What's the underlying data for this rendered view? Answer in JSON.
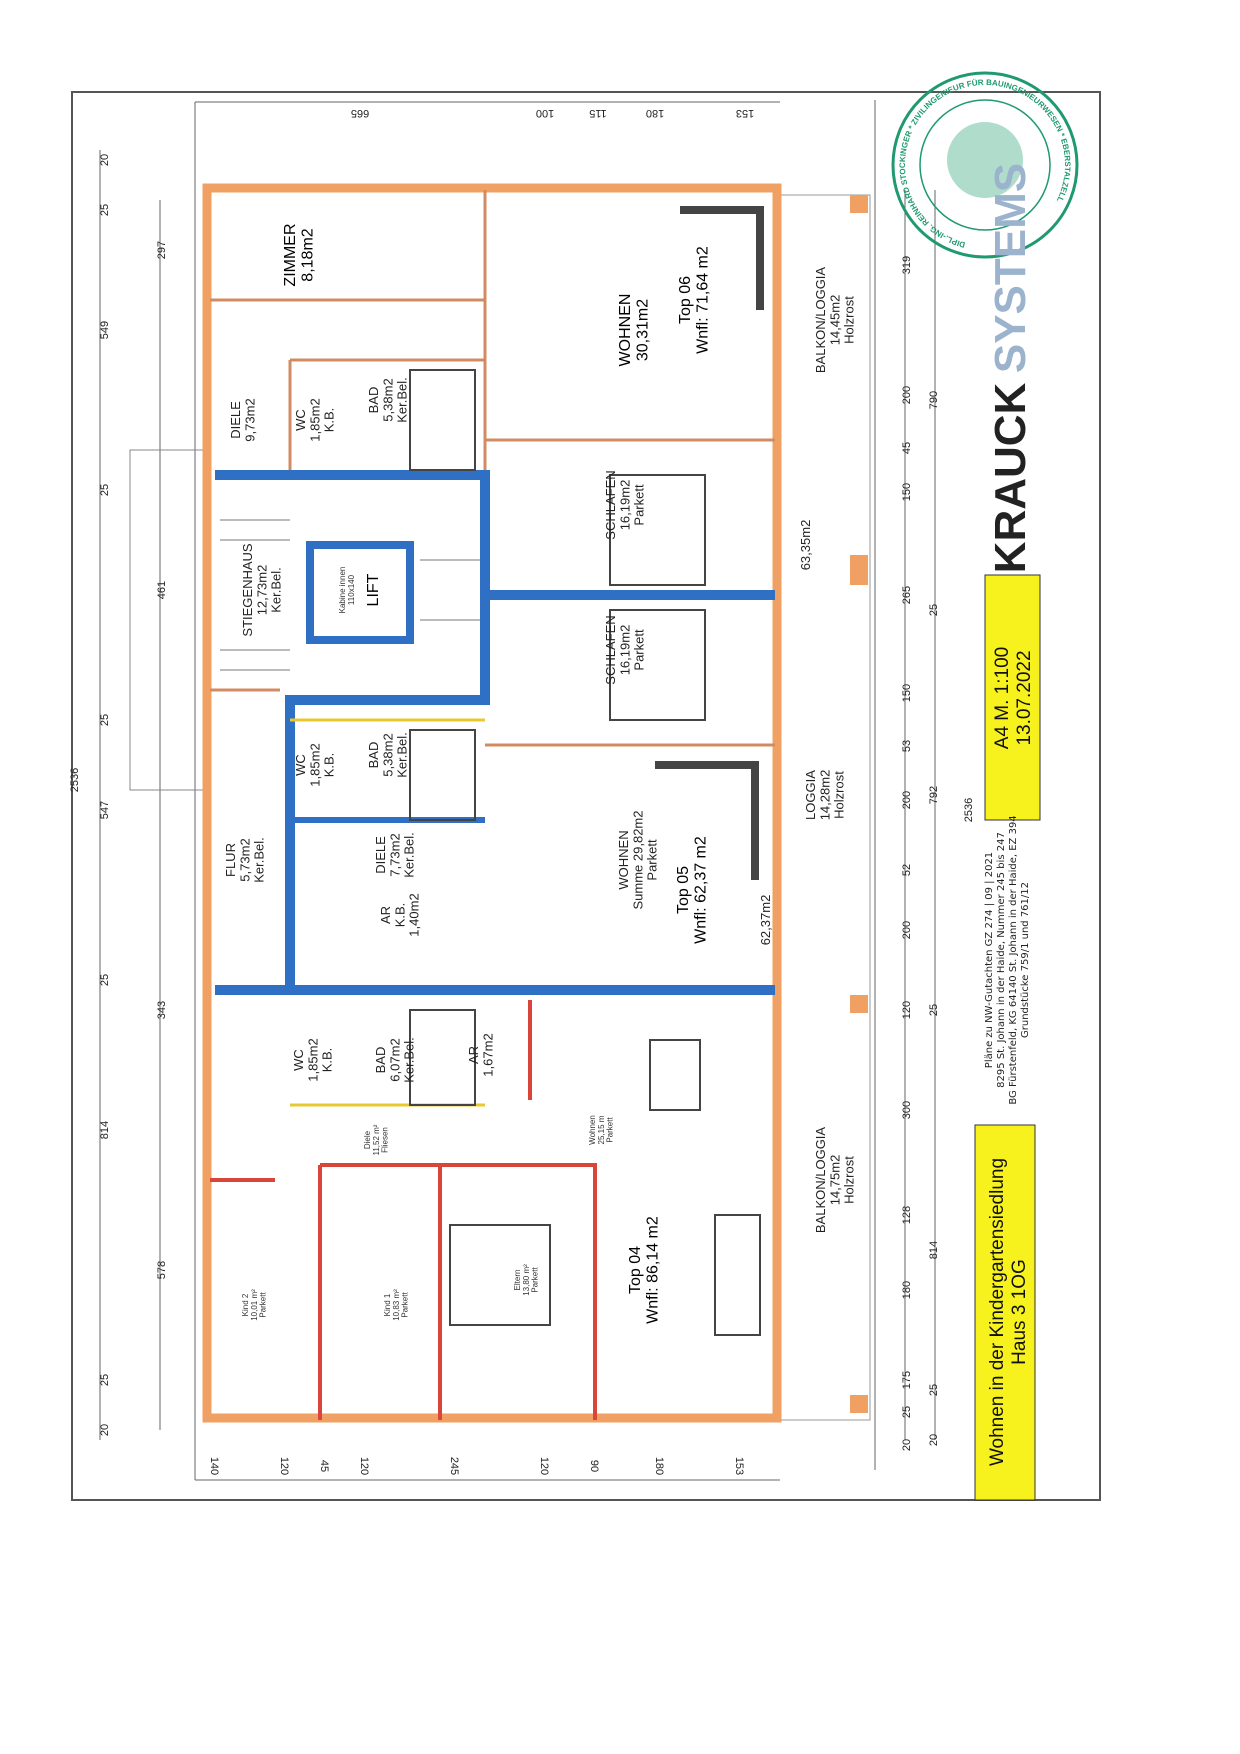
{
  "plan": {
    "project_title": "Wohnen in der Kindergartensiedlung",
    "project_subtitle": "Haus 3 1OG",
    "scale": "A4 M. 1:100",
    "date": "13.07.2022",
    "address_lines": [
      "Pläne zu NW-Gutachten GZ 274 | 09 | 2021",
      "8295 St. Johann in der Haide, Nummer 245 bis 247",
      "BG Fürstenfeld, KG 64140 St. Johann in der Haide, EZ 394",
      "Grundstücke 759/1 und 761/12"
    ],
    "logo_text": "KRAUCK",
    "logo_text_2": "SYSTEMS",
    "stamp_text": "DIPL.-ING. REINHARD STOCKINGER * ZIVILINGENIEUR FÜR BAUINGENIEURWESEN * EBERSTALZELL",
    "colors": {
      "outer_wall": "#f0a062",
      "blue_wall": "#2f6fc4",
      "red_wall": "#d9453a",
      "yellow_box": "#f7f21e",
      "stamp": "#1e9a6e",
      "frame": "#555555"
    }
  },
  "rooms": [
    {
      "lines": [
        "ZIMMER",
        "8,18m2"
      ]
    },
    {
      "lines": [
        "DIELE",
        "9,73m2"
      ]
    },
    {
      "lines": [
        "WC",
        "1,85m2",
        "K.B."
      ]
    },
    {
      "lines": [
        "BAD",
        "5,38m2",
        "Ker.Bel."
      ]
    },
    {
      "lines": [
        "WOHNEN",
        "30,31m2"
      ]
    },
    {
      "lines": [
        "Top 06",
        "Wnfl: 71,64 m2"
      ]
    },
    {
      "lines": [
        "BALKON/LOGGIA",
        "14,45m2",
        "Holzrost"
      ]
    },
    {
      "lines": [
        "STIEGENHAUS",
        "12,73m2",
        "Ker.Bel."
      ]
    },
    {
      "lines": [
        "LIFT"
      ]
    },
    {
      "lines": [
        "SCHLAFEN",
        "16,19m2",
        "Parkett"
      ]
    },
    {
      "lines": [
        "SCHLAFEN",
        "16,19m2",
        "Parkett"
      ]
    },
    {
      "lines": [
        "63,35m2"
      ]
    },
    {
      "lines": [
        "WC",
        "1,85m2",
        "K.B."
      ]
    },
    {
      "lines": [
        "BAD",
        "5,38m2",
        "Ker.Bel."
      ]
    },
    {
      "lines": [
        "FLUR",
        "5,73m2",
        "Ker.Bel."
      ]
    },
    {
      "lines": [
        "DIELE",
        "7,73m2",
        "Ker.Bel."
      ]
    },
    {
      "lines": [
        "AR",
        "K.B.",
        "1,40m2"
      ]
    },
    {
      "lines": [
        "WOHNEN",
        "Summe 29,82m2",
        "Parkett"
      ]
    },
    {
      "lines": [
        "Top 05",
        "Wnfl: 62,37 m2"
      ]
    },
    {
      "lines": [
        "LOGGIA",
        "14,28m2",
        "Holzrost"
      ]
    },
    {
      "lines": [
        "62,37m2"
      ]
    },
    {
      "lines": [
        "WC",
        "1,85m2",
        "K.B."
      ]
    },
    {
      "lines": [
        "BAD",
        "6,07m2",
        "Ker.Bel."
      ]
    },
    {
      "lines": [
        "AR",
        "1,67m2"
      ]
    },
    {
      "lines": [
        "BALKON/LOGGIA",
        "14,75m2",
        "Holzrost"
      ]
    },
    {
      "lines": [
        "Top 04",
        "Wnfl: 86,14 m2"
      ]
    },
    {
      "lines": [
        "Kind 2",
        "10,01 m²",
        "Parkett"
      ]
    },
    {
      "lines": [
        "Kind 1",
        "10,83 m²",
        "Parkett"
      ]
    },
    {
      "lines": [
        "Eltern",
        "13,80 m²",
        "Parkett"
      ]
    },
    {
      "lines": [
        "Diele",
        "11,52 m²",
        "Fliesen"
      ]
    },
    {
      "lines": [
        "Wohnen",
        "25,15 m",
        "Parkett"
      ]
    },
    {
      "lines": [
        "Kabine innen",
        "110x140"
      ]
    }
  ],
  "dimensions": {
    "left_outer": [
      "20",
      "25",
      "297",
      "549",
      "25",
      "461",
      "25",
      "547",
      "25",
      "343",
      "814",
      "578",
      "25",
      "20"
    ],
    "bottom_inner": [
      "319",
      "200",
      "45",
      "150",
      "265",
      "150",
      "53",
      "200",
      "52",
      "200",
      "120",
      "300",
      "128",
      "180",
      "175",
      "20",
      "25"
    ],
    "bottom_outer": [
      "790",
      "25",
      "792",
      "25",
      "814",
      "25",
      "20"
    ],
    "total": [
      "2536",
      "2536"
    ],
    "top_row": [
      "665",
      "100",
      "115",
      "180",
      "153"
    ],
    "bottom_left_row": [
      "140",
      "120",
      "45",
      "120",
      "245",
      "120",
      "90",
      "180",
      "153"
    ]
  }
}
